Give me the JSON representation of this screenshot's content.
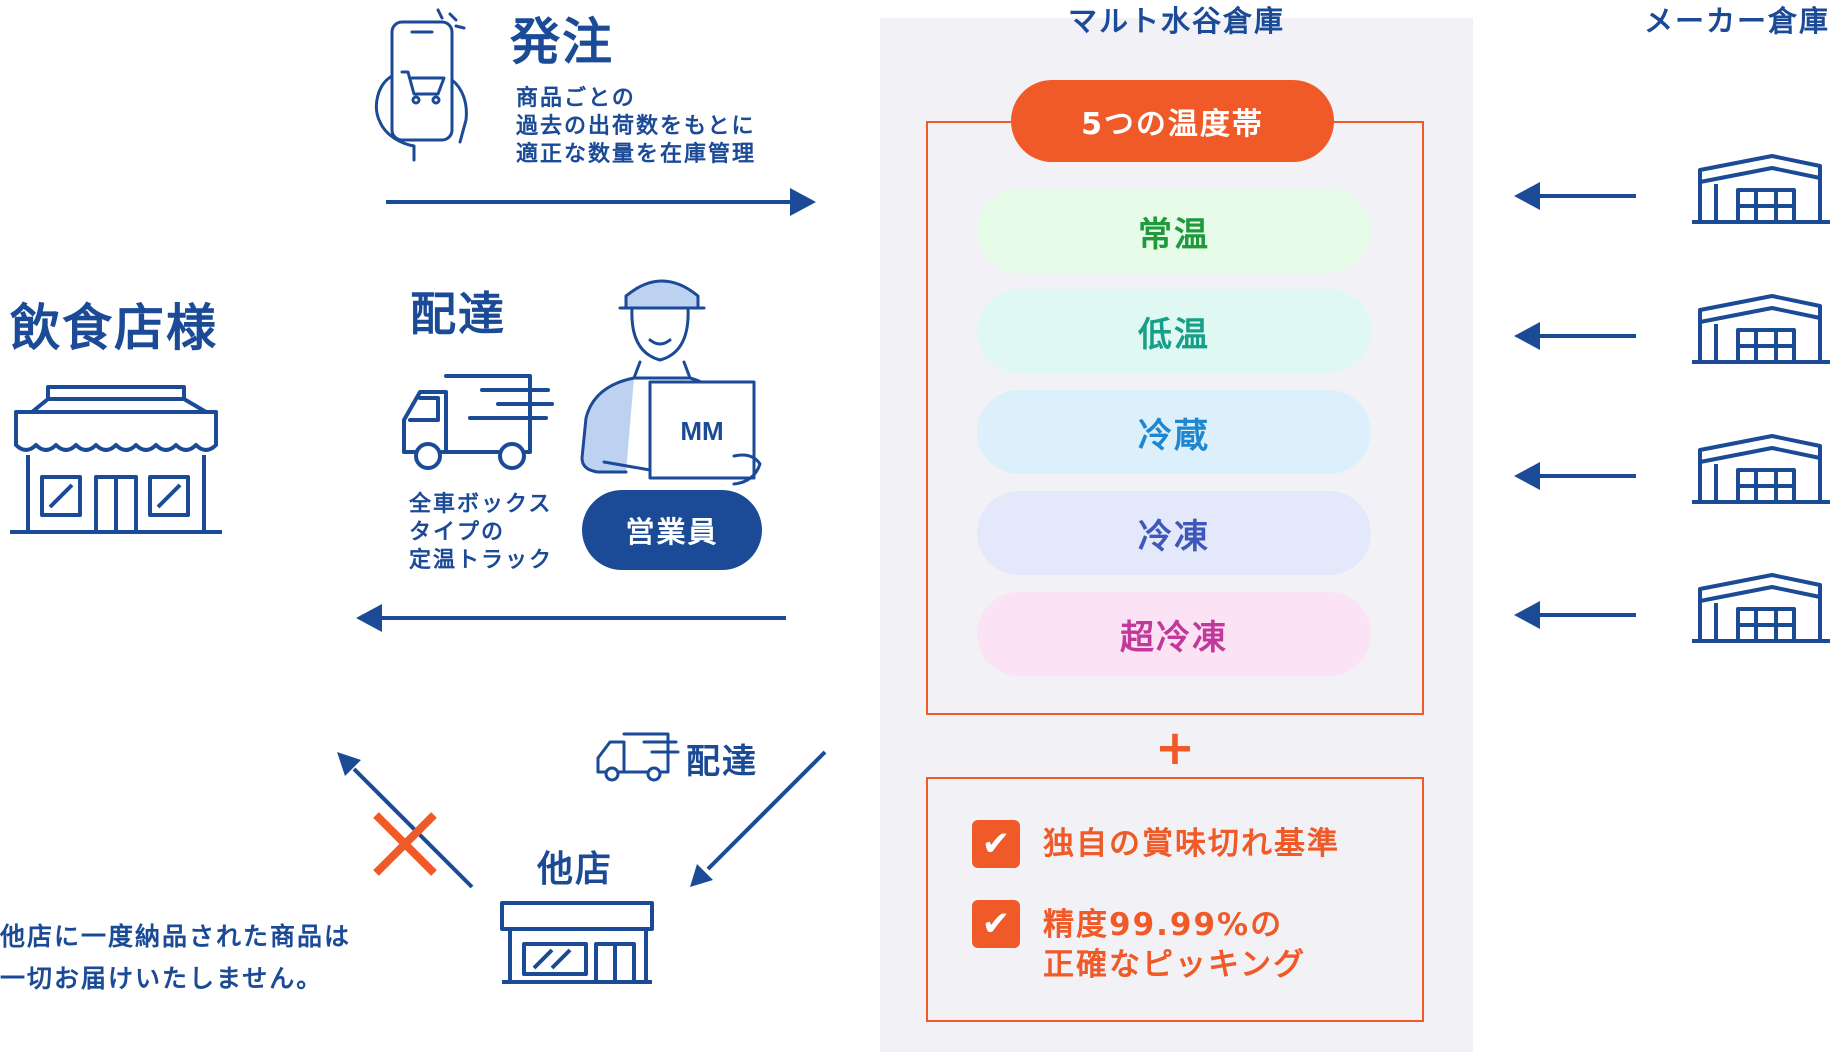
{
  "labels": {
    "order": "発注",
    "order_note": [
      "商品ごとの",
      "過去の出荷数をもとに",
      "適正な数量を在庫管理"
    ],
    "restaurant": "飲食店様",
    "delivery": "配達",
    "truck_note": [
      "全車ボックス",
      "タイプの",
      "定温トラック"
    ],
    "box_mark": "MM",
    "staff": "営業員",
    "delivery2": "配達",
    "other_store": "他店",
    "other_note": [
      "他店に一度納品された商品は",
      "一切お届けいたしません。"
    ],
    "warehouse": "マルト水谷倉庫",
    "maker": "メーカー倉庫",
    "temp_title": "5つの温度帯",
    "plus": "+",
    "features": [
      "独自の賞味切れ基準",
      "精度99.99%の",
      "正確なピッキング"
    ],
    "check": "✔"
  },
  "temperature_bands": [
    {
      "label": "常温",
      "text_color": "#1e9a3a",
      "bg": "#e6fbe8"
    },
    {
      "label": "低温",
      "text_color": "#16a08a",
      "bg": "#e0f8f2"
    },
    {
      "label": "冷蔵",
      "text_color": "#1f87cf",
      "bg": "#dcf0fc"
    },
    {
      "label": "冷凍",
      "text_color": "#3d58b8",
      "bg": "#e3e8fb"
    },
    {
      "label": "超冷凍",
      "text_color": "#c1399a",
      "bg": "#fbe2f5"
    }
  ],
  "colors": {
    "brand_blue": "#1b4a97",
    "accent_orange": "#f05a28",
    "panel_gray": "#f2f2f6"
  }
}
